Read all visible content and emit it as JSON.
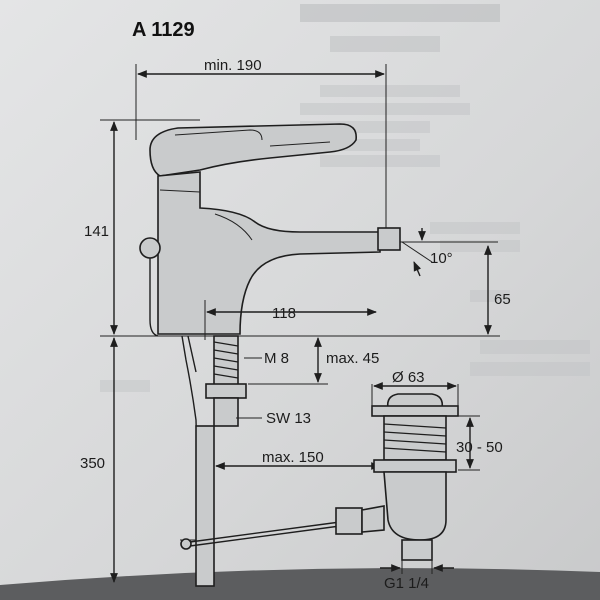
{
  "title": "A 1129",
  "dimensions": {
    "width_min": "min. 190",
    "height_total": "141",
    "spout_height": "65",
    "spout_reach": "118",
    "thread": "M 8",
    "thread_max": "max. 45",
    "wrench": "SW 13",
    "pipe_len": "350",
    "rod_max": "max. 150",
    "drain_dia": "Ø 63",
    "drain_range": "30 - 50",
    "drain_thread": "G1 1/4",
    "angle": "10°"
  },
  "colors": {
    "paper": "#d8d9da",
    "ink": "#1e1e1e"
  }
}
